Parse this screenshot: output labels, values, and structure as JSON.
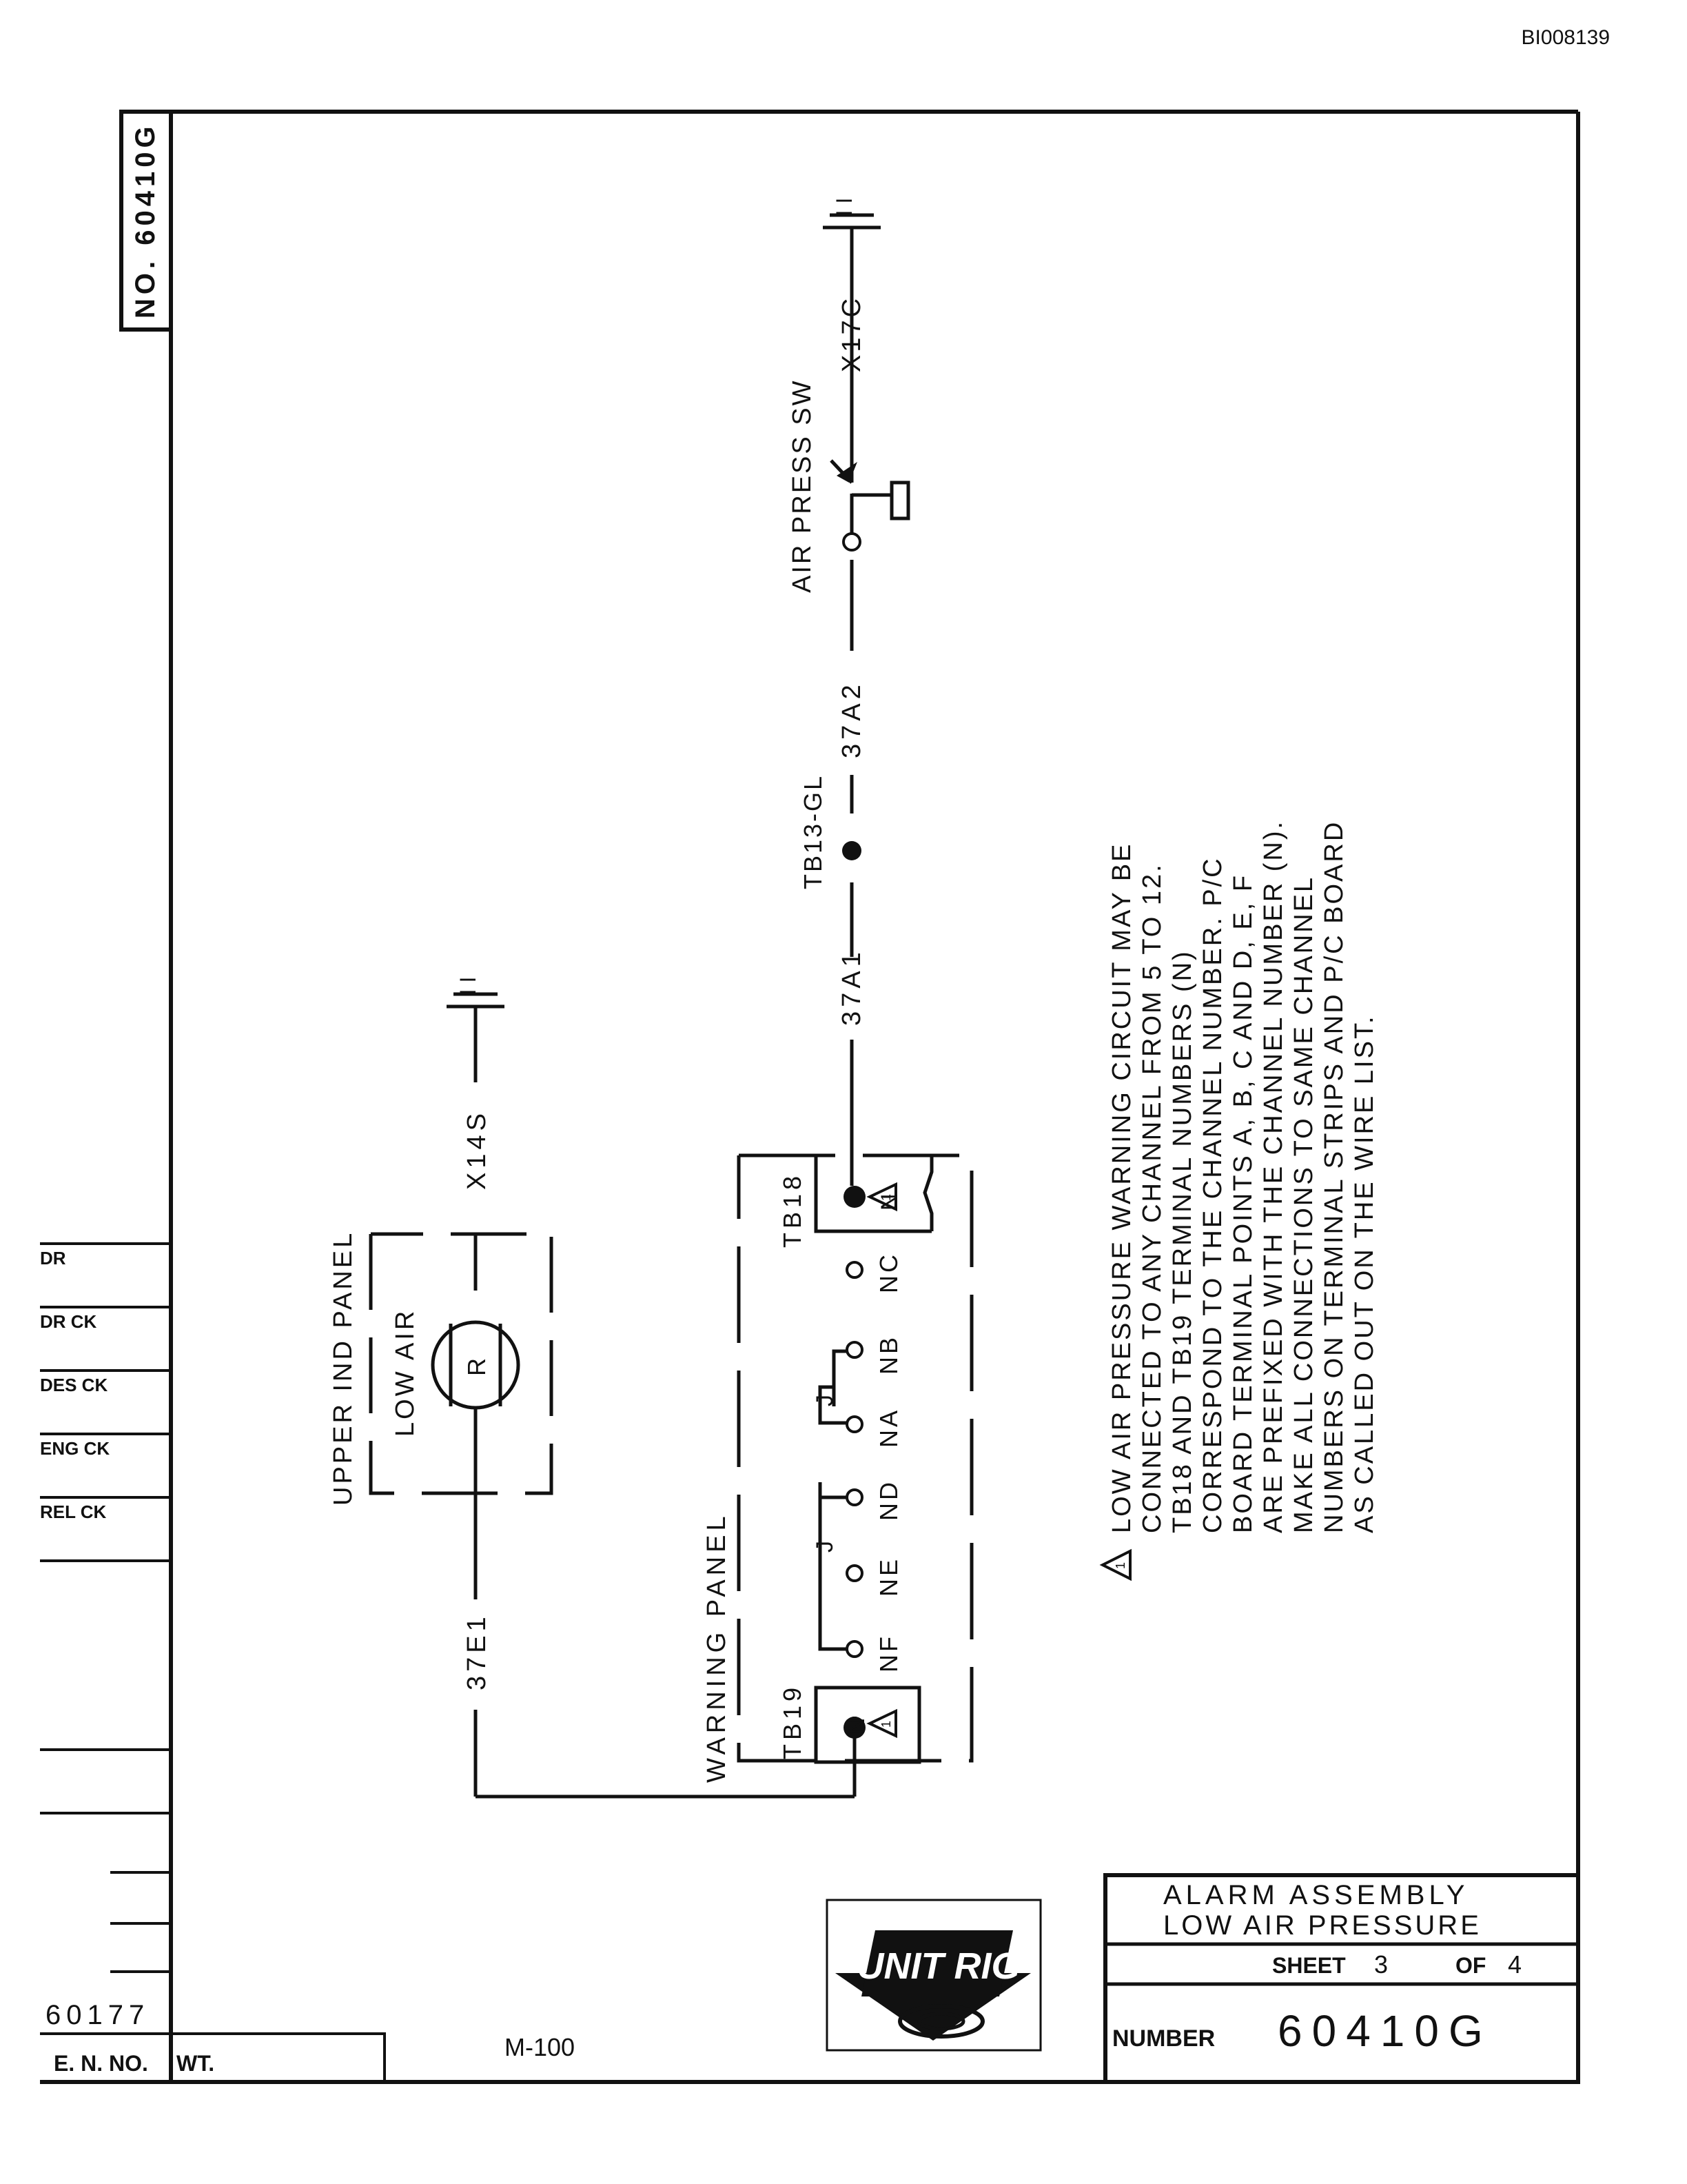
{
  "doc_id": "BI008139",
  "drawing_number_tab": "NO. 60410G",
  "revision_block": {
    "labels": [
      "DR",
      "DR CK",
      "DES CK",
      "ENG CK",
      "REL CK"
    ],
    "e_n_value": "60177",
    "e_n_label": "E. N. NO.",
    "wt_label": "WT."
  },
  "model": "M-100",
  "logo_text": "UNIT RIG",
  "title_block": {
    "title_line1": "ALARM ASSEMBLY",
    "title_line2": "LOW AIR PRESSURE",
    "sheet_label": "SHEET",
    "sheet_value": "3",
    "of_label": "OF",
    "of_value": "4",
    "number_label": "NUMBER",
    "number_value": "60410G"
  },
  "schematic": {
    "ground_symbol": "I I",
    "wires": {
      "x17c": "X17C",
      "x14s": "X14S",
      "w37a2": "37A2",
      "w37a1": "37A1",
      "w37e1": "37E1"
    },
    "air_press_sw": "AIR PRESS SW",
    "tb13": "TB13-GL",
    "upper_ind_panel": "UPPER IND PANEL",
    "low_air": "LOW AIR",
    "lamp_letter": "R",
    "warning_panel": "WARNING PANEL",
    "tb18": "TB18",
    "tb19": "TB19",
    "terminals": {
      "n": "N",
      "nc": "NC",
      "nb": "NB",
      "na": "NA",
      "nd": "ND",
      "ne": "NE",
      "nf": "NF"
    },
    "jumper": "J",
    "note_marker": "1"
  },
  "note_lines": [
    "LOW AIR PRESSURE WARNING CIRCUIT MAY BE",
    "CONNECTED TO ANY CHANNEL FROM 5 TO 12.",
    "TB18 AND TB19 TERMINAL NUMBERS (N)",
    "  CORRESPOND TO THE CHANNEL NUMBER. P/C",
    "BOARD TERMINAL POINTS A, B, C AND D, E, F",
    "ARE PREFIXED WITH THE CHANNEL NUMBER (N).",
    "MAKE ALL CONNECTIONS TO SAME CHANNEL",
    "NUMBERS ON TERMINAL STRIPS AND P/C BOARD",
    "AS CALLED OUT ON THE WIRE LIST."
  ]
}
